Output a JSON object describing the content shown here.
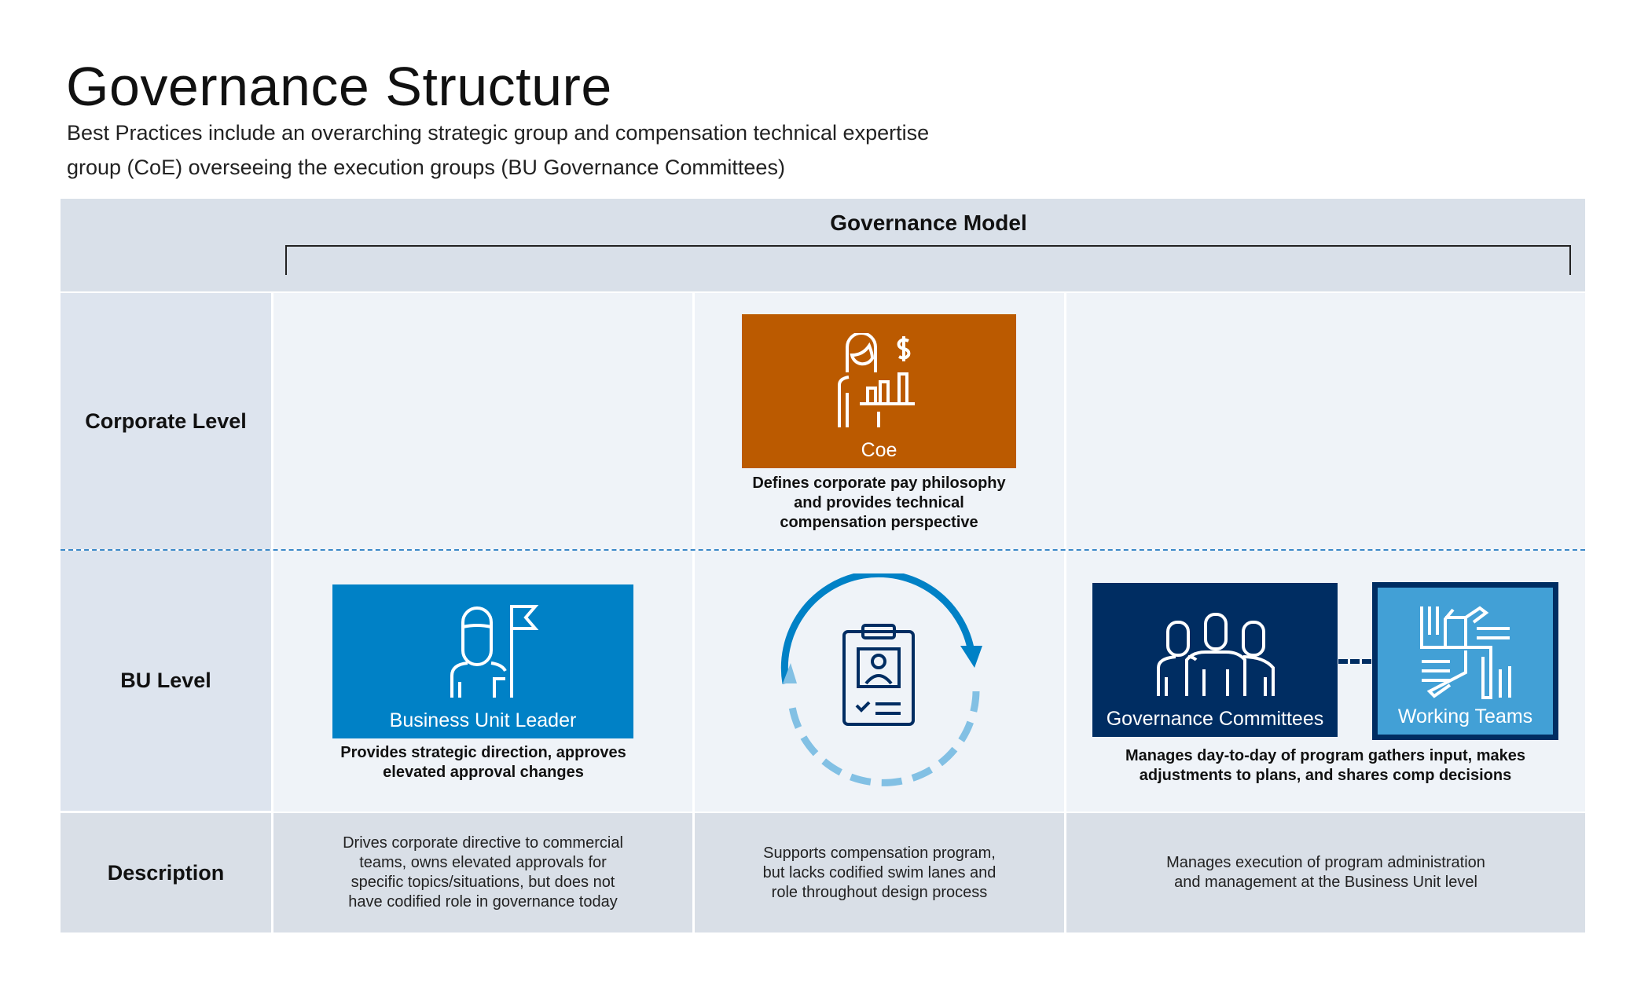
{
  "title": "Governance Structure",
  "subtitle": [
    "Best Practices include an overarching strategic group and compensation technical expertise",
    "group (CoE) overseeing the execution groups (BU Governance Committees)"
  ],
  "model_title": "Governance Model",
  "rows": {
    "corporate": "Corporate Level",
    "bu": "BU Level",
    "description": "Description"
  },
  "coe": {
    "label": "Coe",
    "icon": "person-chart-dollar-icon",
    "color": "#bb5a00",
    "caption": [
      "Defines corporate pay philosophy",
      "and provides technical",
      "compensation perspective"
    ]
  },
  "bul": {
    "label": "Business Unit Leader",
    "icon": "person-flag-icon",
    "color": "#0081c6",
    "caption": [
      "Provides strategic direction, approves",
      "elevated approval changes"
    ]
  },
  "cycle": {
    "icon": "clipboard-cycle-icon"
  },
  "gc": {
    "label": "Governance Committees",
    "icon": "group-people-icon",
    "color": "#002d62"
  },
  "wt": {
    "label": "Working Teams",
    "icon": "hands-together-icon",
    "color": "#42a0d6"
  },
  "exec_caption": [
    "Manages day-to-day of program gathers input, makes",
    "adjustments to plans, and shares comp decisions"
  ],
  "descriptions": [
    [
      "Drives corporate directive to commercial",
      "teams, owns elevated approvals for",
      "specific topics/situations, but does not",
      "have codified role in governance today"
    ],
    [
      "Supports compensation program,",
      "but lacks codified swim lanes and",
      "role throughout design process"
    ],
    [
      "Manages execution of program administration",
      "and management at the Business Unit level"
    ]
  ]
}
